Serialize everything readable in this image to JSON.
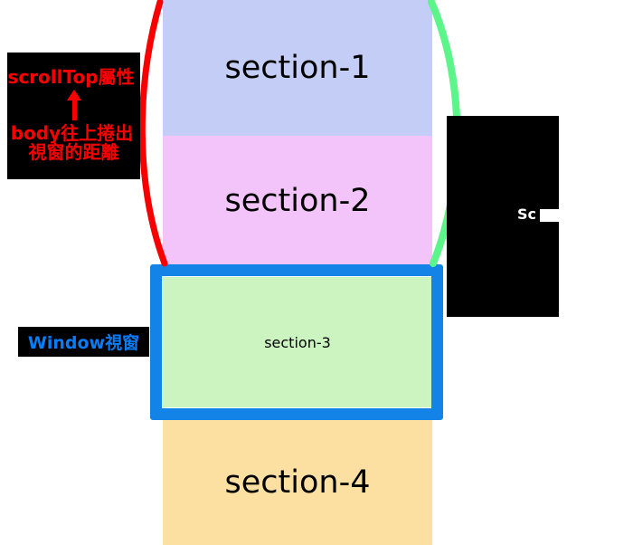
{
  "diagram": {
    "title": "scrollTop / window viewport scrolling diagram",
    "background": "#ffffff"
  },
  "sections": [
    {
      "id": "section-1",
      "label": "section-1",
      "color": "#c3cdf5"
    },
    {
      "id": "section-2",
      "label": "section-2",
      "color": "#f2c4f9"
    },
    {
      "id": "section-3",
      "label": "section-3",
      "color": "#cbf4c0"
    },
    {
      "id": "section-4",
      "label": "section-4",
      "color": "#fbe0a2"
    }
  ],
  "annotations": {
    "scrolltop": {
      "title": "scrollTop屬性",
      "line1": "body往上捲出",
      "line2": "視窗的距離",
      "text_color": "#f80000",
      "background": "#000000",
      "arrow": "up-arrow"
    },
    "window": {
      "label": "Window視窗",
      "text_color": "#0a7cf5",
      "background": "#000000"
    },
    "scroll_right": {
      "label": "Sc",
      "text_color": "#ffffff",
      "background": "#000000"
    }
  },
  "markers": {
    "left_brace_color": "#f80000",
    "right_brace_color": "#5cf58a",
    "window_frame_color": "#1383e8"
  }
}
